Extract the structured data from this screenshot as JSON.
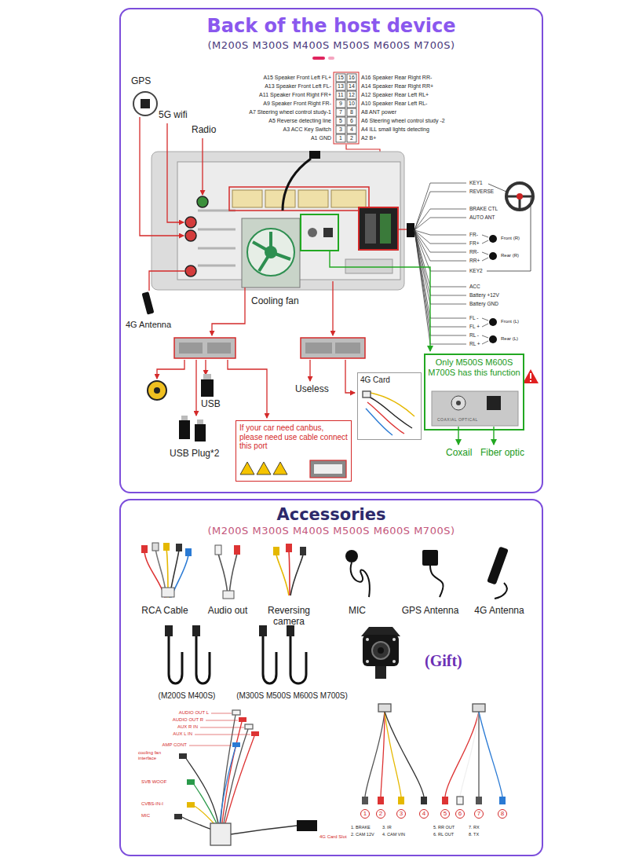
{
  "diagram": {
    "nodes": [
      {
        "text": [
          "Back of the host device",
          "(M200S M300S M400S M500S M600S M700S)"
        ]
      },
      {
        "text": [
          "If your car need canbus, please need use cable connect this port"
        ],
        "in": 0
      },
      {
        "text": [
          "4G Card"
        ],
        "in": 0
      },
      {
        "text": [
          "Only M500S M600S M700S has this function"
        ],
        "in": 0
      },
      {
        "text": [
          "Accessories",
          "(M200S M300S M400S M500S M600S M700S)"
        ]
      },
      {
        "text": [
          "1"
        ],
        "in": 4
      },
      {
        "text": [
          "2"
        ],
        "in": 4
      },
      {
        "text": [
          "3"
        ],
        "in": 4
      },
      {
        "text": [
          "4"
        ],
        "in": 4
      },
      {
        "text": [
          "5"
        ],
        "in": 4
      },
      {
        "text": [
          "6"
        ],
        "in": 4
      },
      {
        "text": [
          "7"
        ],
        "in": 4
      },
      {
        "text": [
          "8"
        ],
        "in": 4
      }
    ],
    "labels": [
      "A15 Speaker Front Left FL+",
      "15",
      "16",
      "A16 Speaker Rear Right RR-",
      "A13 Speaker Front Left FL-",
      "13",
      "14",
      "A14 Speaker Rear Right RR+",
      "A11 Speaker Front Right FR+",
      "11",
      "12",
      "A12 Speaker Rear Left RL+",
      "A9 Speaker Front Right FR-",
      "9",
      "10",
      "A10 Speaker Rear Left RL-",
      "A7 Steering wheel control study-1",
      "7",
      "8",
      "A8 ANT power",
      "A5 Reverse detecting line",
      "5",
      "6",
      "A6 Steering wheel control study -2",
      "A3 ACC Key Switch",
      "3",
      "4",
      "A4 ILL small lights detecting",
      "A1 GND",
      "1",
      "2",
      "A2 B+",
      "GPS",
      "5G wifi",
      "Radio",
      "Cooling fan",
      "4G Antenna",
      "KEY1",
      "REVERSE",
      "BRAKE CTL",
      "AUTO ANT",
      "FR-",
      "FR+",
      "RR-",
      "RR+",
      "KEY2",
      "ACC",
      "Battery +12V",
      "Battery GND",
      "FL -",
      "FL +",
      "RL -",
      "RL +",
      "Front (R)",
      "Rear (R)",
      "Front (L)",
      "Rear (L)",
      "USB",
      "USB Plug*2",
      "Useless",
      "Coxail",
      "Fiber optic",
      "COAXIAL OPTICAL",
      "RCA Cable",
      "Audio out",
      "Reversing camera",
      "MIC",
      "GPS Antenna",
      "4G Antenna",
      "(M200S M400S)",
      "(M300S M500S M600S M700S)",
      "(Gift)",
      "AUDIO OUT L",
      "AUDIO OUT R",
      "AUX R IN",
      "AUX L IN",
      "AMP CONT",
      "cooling fan interface",
      "SVB WOOF",
      "CVBS-IN-I",
      "MIC",
      "4G Card Slot",
      "1. BRAKE",
      "2. CAM 12V",
      "3. IR",
      "4. CAM VIN",
      "5. RR OUT",
      "6. RL OUT",
      "7. RX",
      "8. TX"
    ]
  }
}
